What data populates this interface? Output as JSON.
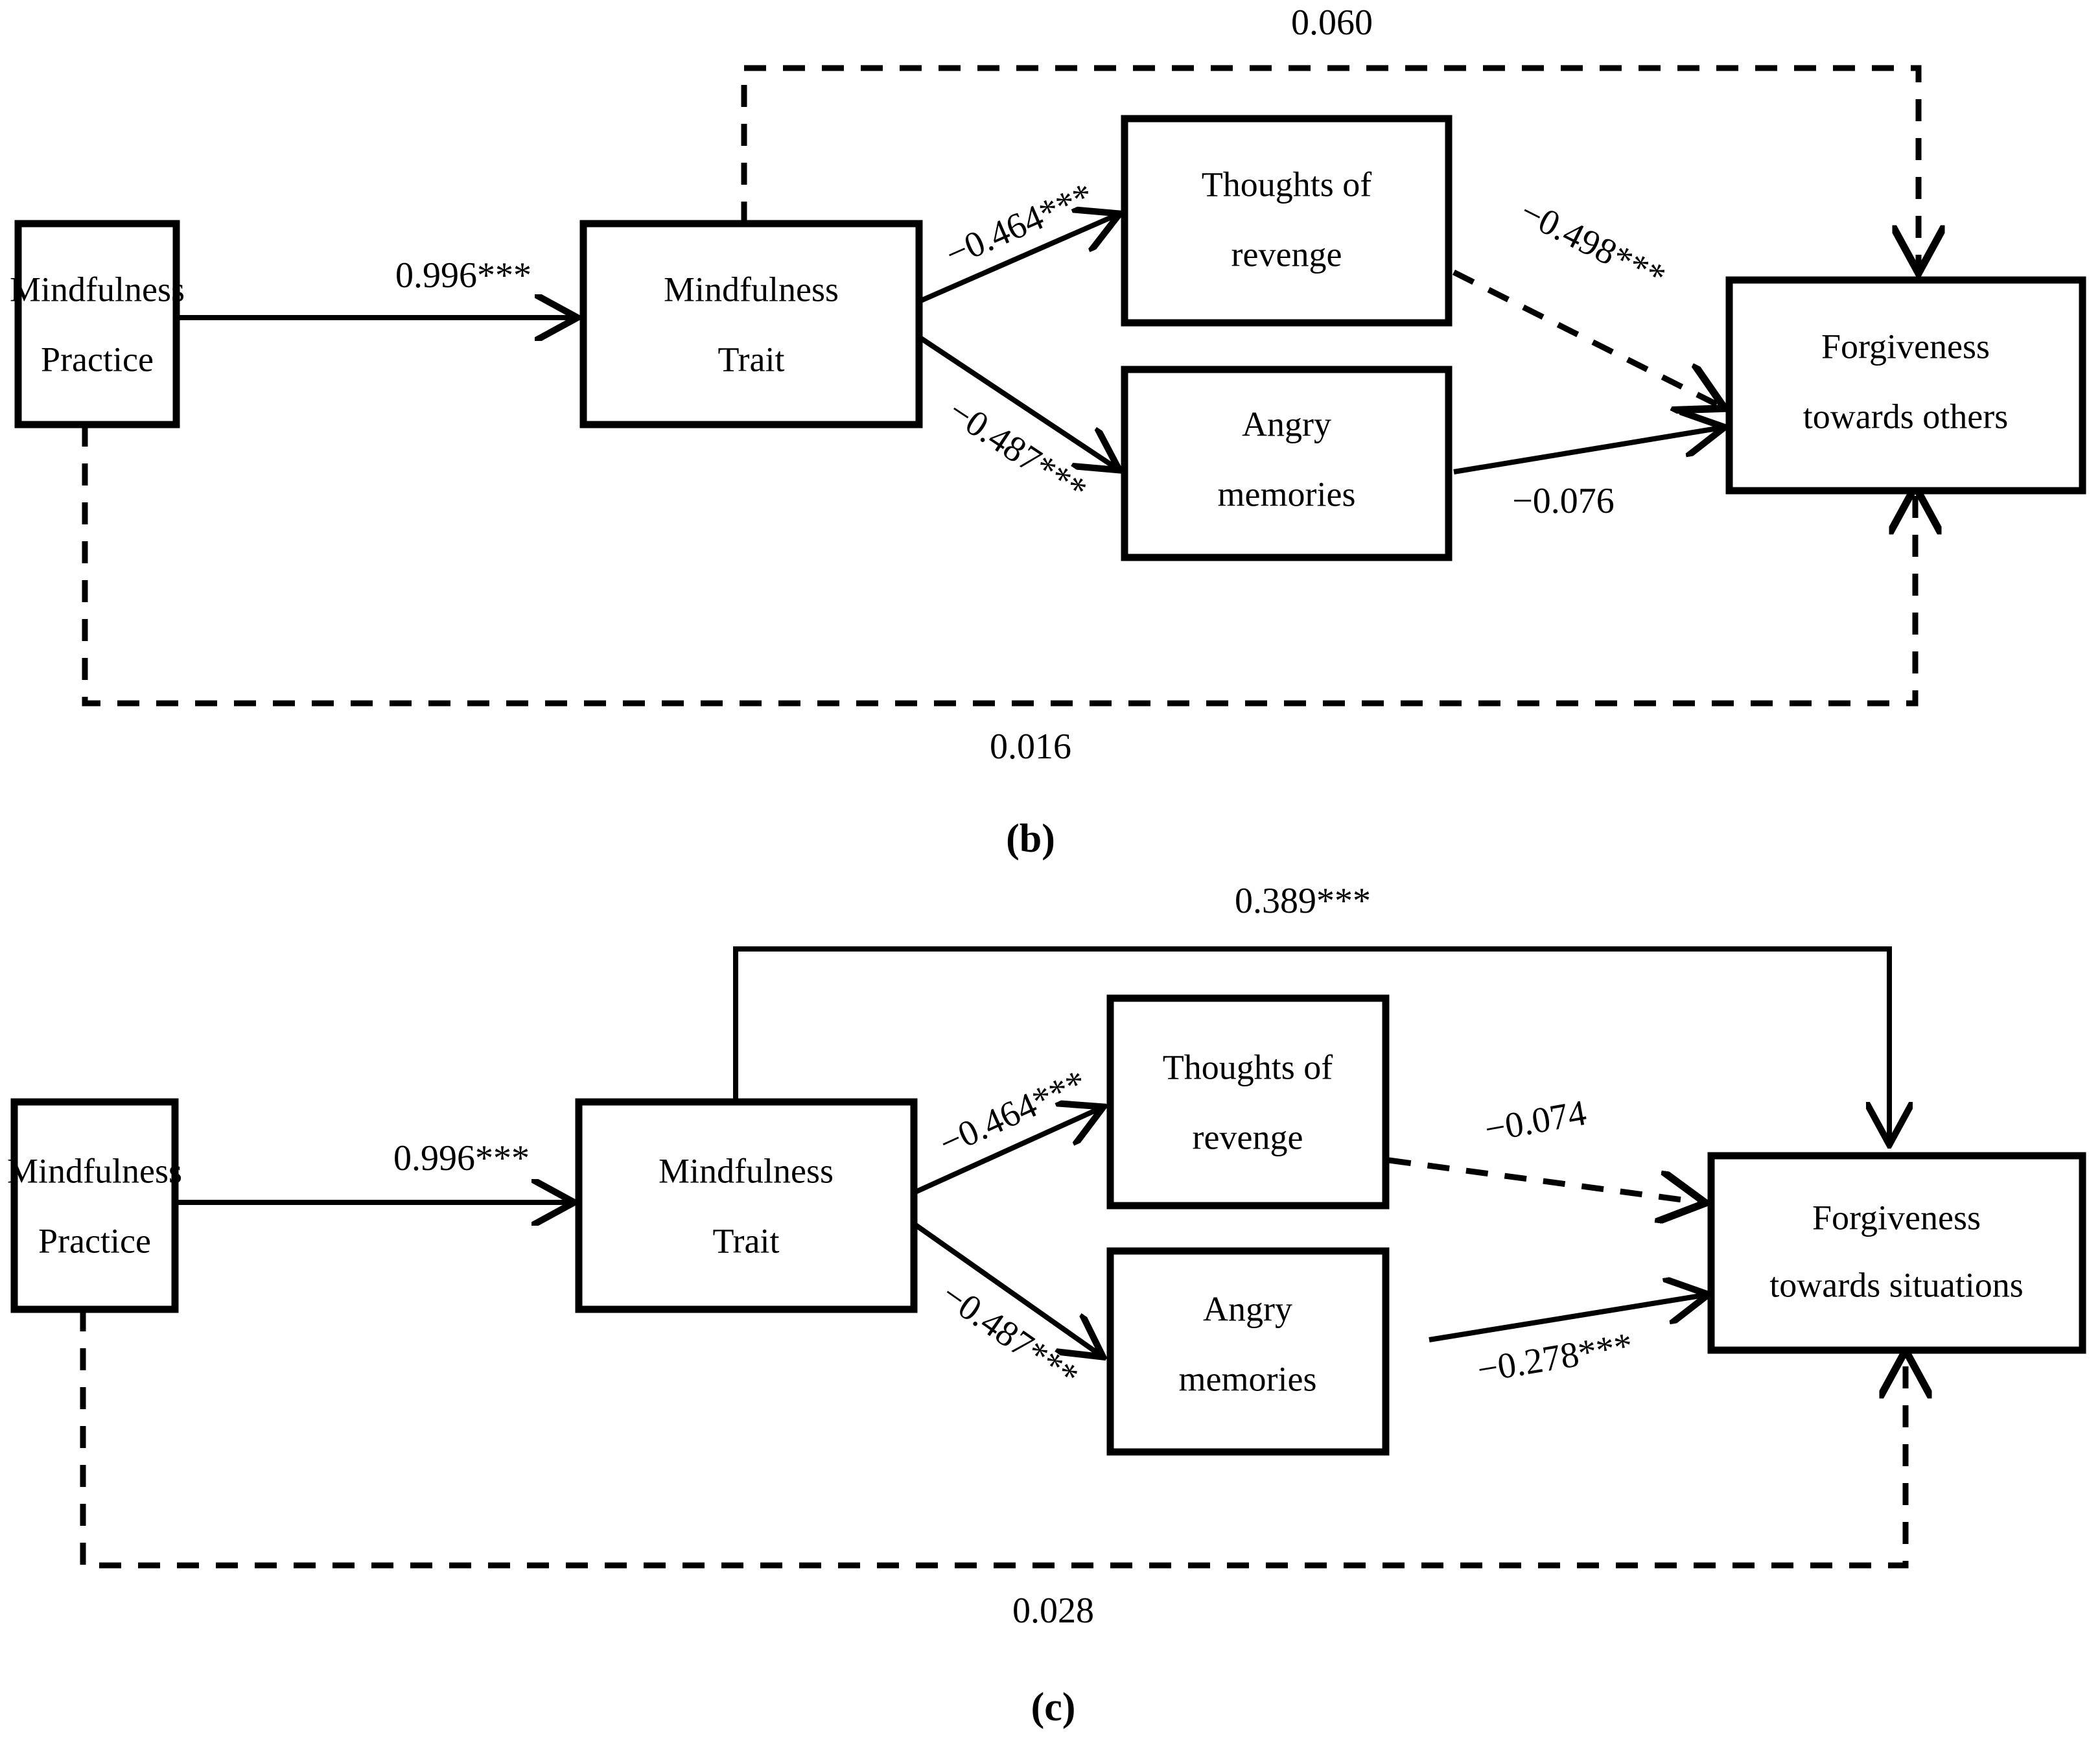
{
  "figure": {
    "type": "path-diagram",
    "panels": [
      {
        "id": "b",
        "caption": "(b)",
        "nodes": [
          {
            "id": "mp",
            "line1": "Mindfulness",
            "line2": "Practice"
          },
          {
            "id": "mt",
            "line1": "Mindfulness",
            "line2": "Trait"
          },
          {
            "id": "tr",
            "line1": "Thoughts of",
            "line2": "revenge"
          },
          {
            "id": "am",
            "line1": "Angry",
            "line2": "memories"
          },
          {
            "id": "fo",
            "line1": "Forgiveness",
            "line2": "towards others"
          }
        ],
        "paths": [
          {
            "id": "mp-mt",
            "from": "mp",
            "to": "mt",
            "label": "0.996***",
            "style": "solid"
          },
          {
            "id": "mt-tr",
            "from": "mt",
            "to": "tr",
            "label": "−0.464***",
            "style": "solid"
          },
          {
            "id": "mt-am",
            "from": "mt",
            "to": "am",
            "label": "−0.487***",
            "style": "solid"
          },
          {
            "id": "tr-fo",
            "from": "tr",
            "to": "fo",
            "label": "−0.498***",
            "style": "dashed"
          },
          {
            "id": "am-fo",
            "from": "am",
            "to": "fo",
            "label": "−0.076",
            "style": "solid"
          },
          {
            "id": "mt-fo-direct",
            "from": "mt",
            "to": "fo",
            "label": "0.060",
            "style": "dashed"
          },
          {
            "id": "mp-fo-direct",
            "from": "mp",
            "to": "fo",
            "label": "0.016",
            "style": "dashed"
          }
        ]
      },
      {
        "id": "c",
        "caption": "(c)",
        "nodes": [
          {
            "id": "mp",
            "line1": "Mindfulness",
            "line2": "Practice"
          },
          {
            "id": "mt",
            "line1": "Mindfulness",
            "line2": "Trait"
          },
          {
            "id": "tr",
            "line1": "Thoughts of",
            "line2": "revenge"
          },
          {
            "id": "am",
            "line1": "Angry",
            "line2": "memories"
          },
          {
            "id": "fs",
            "line1": "Forgiveness",
            "line2": "towards situations"
          }
        ],
        "paths": [
          {
            "id": "mp-mt",
            "from": "mp",
            "to": "mt",
            "label": "0.996***",
            "style": "solid"
          },
          {
            "id": "mt-tr",
            "from": "mt",
            "to": "tr",
            "label": "−0.464***",
            "style": "solid"
          },
          {
            "id": "mt-am",
            "from": "mt",
            "to": "am",
            "label": "−0.487***",
            "style": "solid"
          },
          {
            "id": "tr-fs",
            "from": "tr",
            "to": "fs",
            "label": "−0.074",
            "style": "dashed"
          },
          {
            "id": "am-fs",
            "from": "am",
            "to": "fs",
            "label": "−0.278***",
            "style": "solid"
          },
          {
            "id": "mt-fs-direct",
            "from": "mt",
            "to": "fs",
            "label": "0.389***",
            "style": "solid"
          },
          {
            "id": "mp-fs-direct",
            "from": "mp",
            "to": "fs",
            "label": "0.028",
            "style": "dashed"
          }
        ]
      }
    ],
    "colors": {
      "stroke": "#000000",
      "background": "#ffffff",
      "text": "#000000"
    }
  }
}
